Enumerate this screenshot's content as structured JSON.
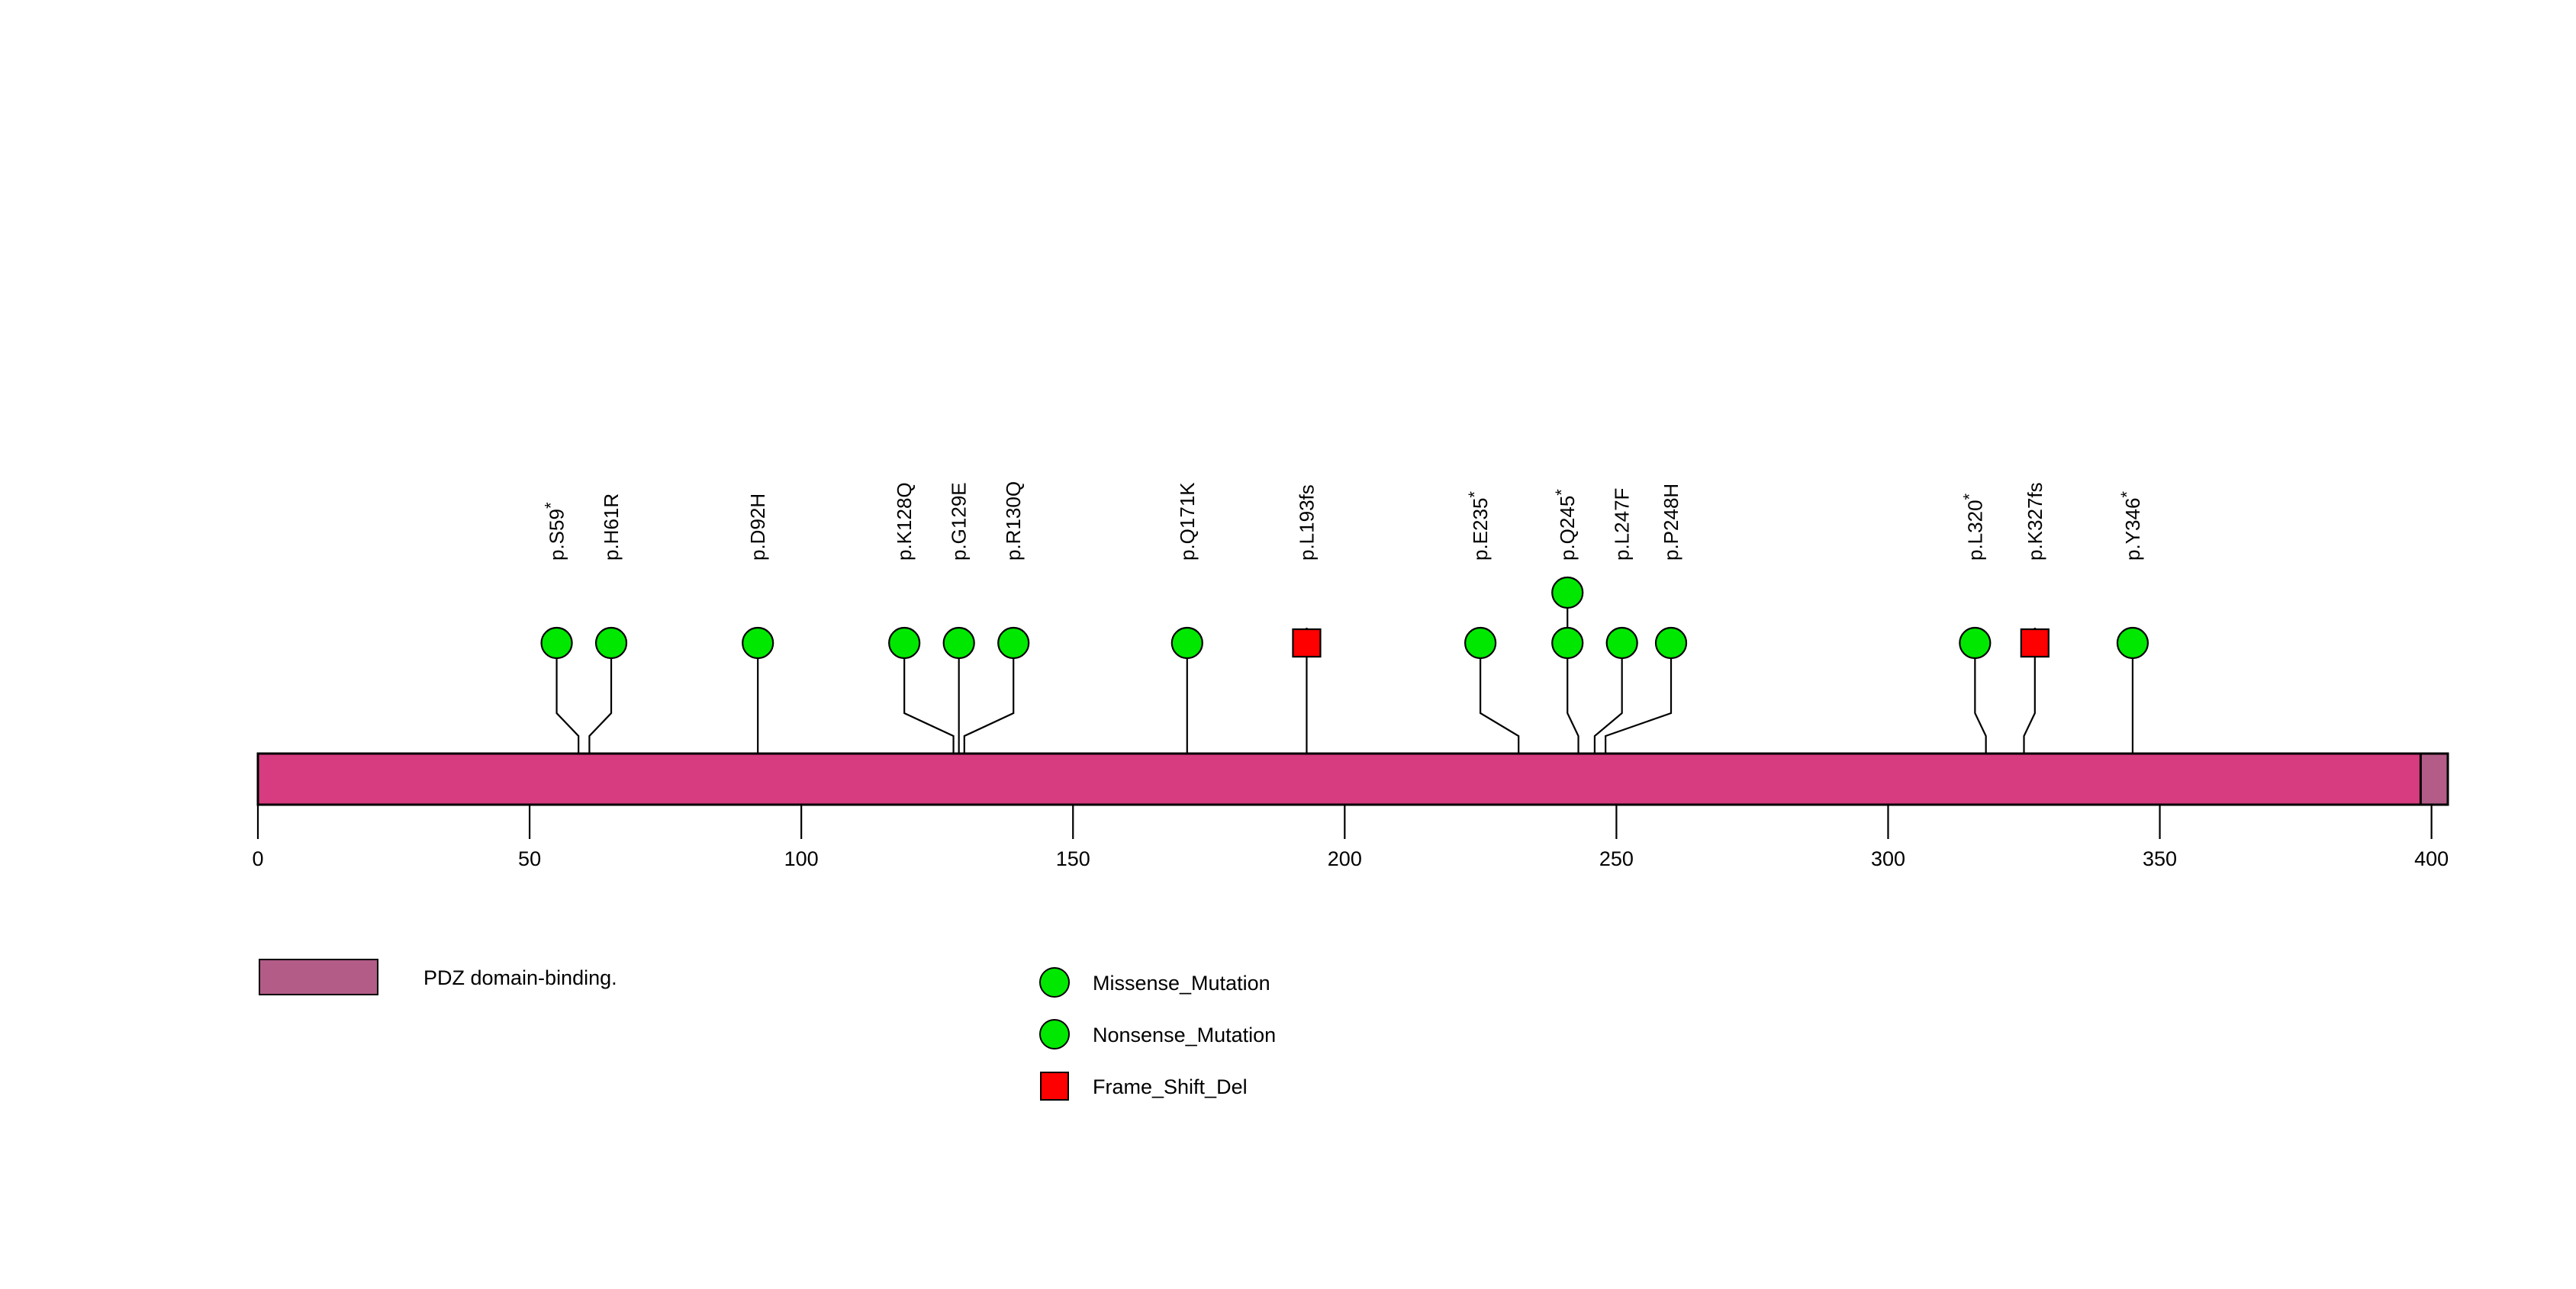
{
  "chart_data": {
    "type": "lollipop",
    "title": "",
    "xlabel": "",
    "ylabel": "",
    "xlim": [
      0,
      403
    ],
    "grid": false,
    "protein": {
      "length": 403,
      "bar_color": "#D63C7F",
      "bar_border_color": "#000000"
    },
    "axis": {
      "ticks": [
        0,
        50,
        100,
        150,
        200,
        250,
        300,
        350,
        400
      ],
      "tick_labels": [
        "0",
        "50",
        "100",
        "150",
        "200",
        "250",
        "300",
        "350",
        "400"
      ]
    },
    "domains": [
      {
        "name": "PDZ domain-binding.",
        "start": 398,
        "end": 403,
        "color": "#B35C88"
      }
    ],
    "mutations": [
      {
        "label": "p.S59*",
        "position": 59,
        "count": 1,
        "type": "Nonsense_Mutation",
        "shape": "circle",
        "color": "#00E800",
        "label_x_offset": -4
      },
      {
        "label": "p.H61R",
        "position": 61,
        "count": 1,
        "type": "Missense_Mutation",
        "shape": "circle",
        "color": "#00E800",
        "label_x_offset": 4
      },
      {
        "label": "p.D92H",
        "position": 92,
        "count": 1,
        "type": "Missense_Mutation",
        "shape": "circle",
        "color": "#00E800",
        "label_x_offset": 0
      },
      {
        "label": "p.K128Q",
        "position": 128,
        "count": 1,
        "type": "Missense_Mutation",
        "shape": "circle",
        "color": "#00E800",
        "label_x_offset": -9
      },
      {
        "label": "p.G129E",
        "position": 129,
        "count": 1,
        "type": "Missense_Mutation",
        "shape": "circle",
        "color": "#00E800",
        "label_x_offset": 0
      },
      {
        "label": "p.R130Q",
        "position": 130,
        "count": 1,
        "type": "Missense_Mutation",
        "shape": "circle",
        "color": "#00E800",
        "label_x_offset": 9
      },
      {
        "label": "p.Q171K",
        "position": 171,
        "count": 1,
        "type": "Missense_Mutation",
        "shape": "circle",
        "color": "#00E800",
        "label_x_offset": 0
      },
      {
        "label": "p.L193fs",
        "position": 193,
        "count": 1,
        "type": "Frame_Shift_Del",
        "shape": "square",
        "color": "#FF0000",
        "label_x_offset": 0
      },
      {
        "label": "p.E235*",
        "position": 232,
        "count": 1,
        "type": "Nonsense_Mutation",
        "shape": "circle",
        "color": "#00E800",
        "label_x_offset": -7
      },
      {
        "label": "p.Q245*",
        "position": 243,
        "count": 2,
        "type": "Nonsense_Mutation",
        "shape": "circle",
        "color": "#00E800",
        "label_x_offset": -2
      },
      {
        "label": "p.L247F",
        "position": 246,
        "count": 1,
        "type": "Missense_Mutation",
        "shape": "circle",
        "color": "#00E800",
        "label_x_offset": 5
      },
      {
        "label": "p.P248H",
        "position": 248,
        "count": 1,
        "type": "Missense_Mutation",
        "shape": "circle",
        "color": "#00E800",
        "label_x_offset": 12
      },
      {
        "label": "p.L320*",
        "position": 318,
        "count": 1,
        "type": "Nonsense_Mutation",
        "shape": "circle",
        "color": "#00E800",
        "label_x_offset": -2
      },
      {
        "label": "p.K327fs",
        "position": 325,
        "count": 1,
        "type": "Frame_Shift_Del",
        "shape": "square",
        "color": "#FF0000",
        "label_x_offset": 2
      },
      {
        "label": "p.Y346*",
        "position": 345,
        "count": 1,
        "type": "Nonsense_Mutation",
        "shape": "circle",
        "color": "#00E800",
        "label_x_offset": 0
      }
    ]
  },
  "legend": {
    "domain_items": [
      {
        "label": "PDZ domain-binding.",
        "color": "#B35C88",
        "shape": "rect"
      }
    ],
    "mutation_items": [
      {
        "label": "Missense_Mutation",
        "color": "#00E800",
        "shape": "circle"
      },
      {
        "label": "Nonsense_Mutation",
        "color": "#00E800",
        "shape": "circle"
      },
      {
        "label": "Frame_Shift_Del",
        "color": "#FF0000",
        "shape": "square"
      }
    ]
  }
}
